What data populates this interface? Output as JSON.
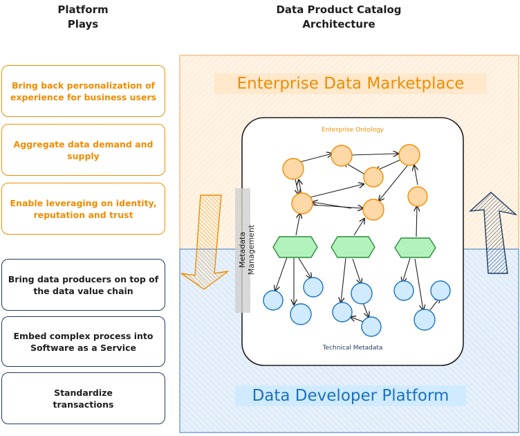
{
  "headers": {
    "platform_plays": [
      "Platform",
      "Plays"
    ],
    "catalog": [
      "Data Product Catalog",
      "Architecture"
    ]
  },
  "plays": [
    {
      "text": "Bring back personalization of experience for business users",
      "color": "orange"
    },
    {
      "text": "Aggregate data demand and supply",
      "color": "orange"
    },
    {
      "text": "Enable leveraging on identity, reputation and trust",
      "color": "orange"
    },
    {
      "text": "Bring data producers on top of the data value chain",
      "color": "blue"
    },
    {
      "text": "Embed complex process into Software as a Service",
      "color": "blue"
    },
    {
      "text": "Standardize transactions",
      "color": "blue"
    }
  ],
  "architecture": {
    "marketplace_title": "Enterprise Data Marketplace",
    "developer_platform_title": "Data Developer Platform",
    "ontology_label": "Enterprise Ontology",
    "technical_label": "Technical Metadata",
    "metadata_label": "Metadata Management"
  },
  "colors": {
    "orange": "#f08c00",
    "orange_fill": "#ffe8cc",
    "blue": "#1971c2",
    "blue_fill": "#d0ebff",
    "green": "#2b8a3e",
    "green_fill": "#b2f2bb",
    "navy": "#1e3a5f"
  }
}
